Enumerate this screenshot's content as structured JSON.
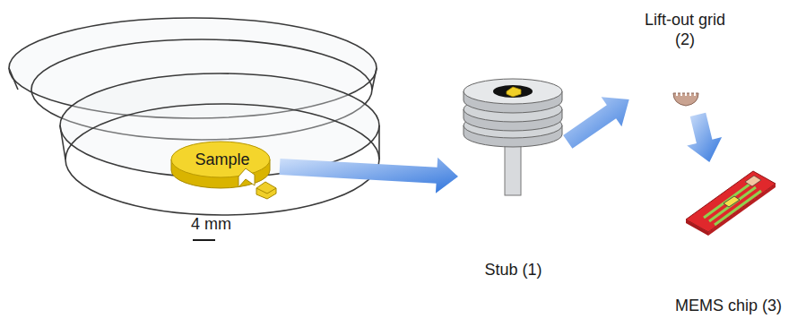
{
  "diagram": {
    "nodes": [
      {
        "text": [
          "Sample"
        ]
      },
      {
        "text": [
          "Stub (1)"
        ]
      },
      {
        "text": [
          "Lift-out grid (2)"
        ]
      },
      {
        "text": [
          "MEMS chip (3)"
        ]
      }
    ],
    "edges": [
      {
        "from": 0,
        "to": 1,
        "arrow": "to"
      },
      {
        "from": 1,
        "to": 2,
        "arrow": "to"
      },
      {
        "from": 2,
        "to": 3,
        "arrow": "to"
      }
    ],
    "labels": [
      "4 mm"
    ]
  }
}
